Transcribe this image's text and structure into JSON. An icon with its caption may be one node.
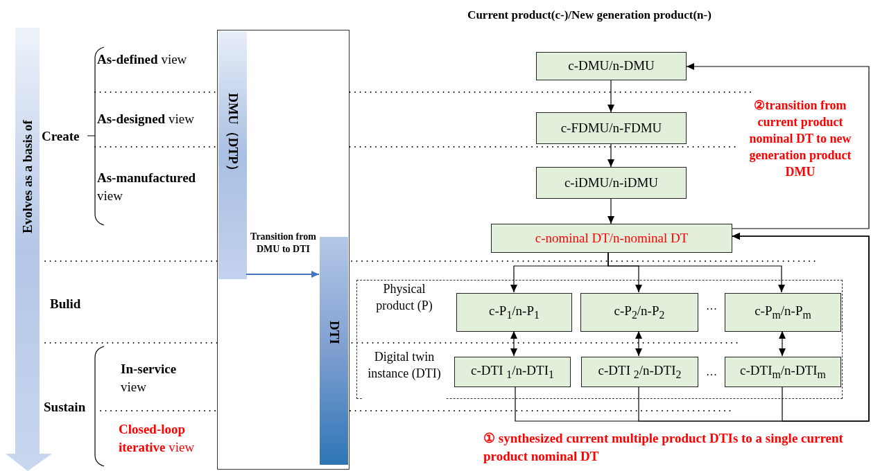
{
  "diagram": {
    "title": "Current product(c-)/New generation product(n-)",
    "nodes": [
      {
        "text": [],
        "shape": "box"
      },
      {
        "text": [
          "DMU（DTP）"
        ],
        "in": 0
      },
      {
        "text": [
          "DTI"
        ],
        "in": 0
      },
      {
        "text": [
          "c-DMU/n-DMU"
        ]
      },
      {
        "text": [
          "c-FDMU/n-FDMU"
        ]
      },
      {
        "text": [
          "c-iDMU/n-iDMU"
        ]
      },
      {
        "text": [
          "c-nominal DT/n-nominal DT"
        ]
      },
      {
        "text": [
          "Physical product (P)",
          "Digital twin instance (DTI)"
        ]
      },
      {
        "text": [
          "c-P$_{1}$/n-P$_{1}$"
        ],
        "in": 7
      },
      {
        "text": [
          "c-P$_{2}$/n-P$_{2}$"
        ],
        "in": 7
      },
      {
        "text": [
          "c-P$_{m}$/n-P$_{m}$"
        ],
        "in": 7
      },
      {
        "text": [
          "c-DTI $_{1}$/n-DTI$_{1}$"
        ],
        "in": 7
      },
      {
        "text": [
          "c-DTI $_{2}$/n-DTI$_{2}$"
        ],
        "in": 7
      },
      {
        "text": [
          "c-DTI$_{m}$/n-DTI$_{m}$"
        ],
        "in": 7
      }
    ],
    "edges": [
      {
        "from": 3,
        "to": 4,
        "arrow": "to"
      },
      {
        "from": 4,
        "to": 5,
        "arrow": "to"
      },
      {
        "from": 5,
        "to": 6,
        "arrow": "to"
      },
      {
        "from": 6,
        "to": 8,
        "arrow": "to"
      },
      {
        "from": 6,
        "to": 9,
        "arrow": "to"
      },
      {
        "from": 6,
        "to": 10,
        "arrow": "to"
      },
      {
        "from": 8,
        "to": 11,
        "arrow": "both"
      },
      {
        "from": 9,
        "to": 12,
        "arrow": "both"
      },
      {
        "from": 10,
        "to": 13,
        "arrow": "both"
      },
      {
        "from": 6,
        "to": 3,
        "arrow": "to",
        "label": "②transition from current product nominal DT to new generation product DMU"
      },
      {
        "from": 11,
        "to": 6,
        "arrow": "to"
      },
      {
        "from": 12,
        "to": 6,
        "arrow": "to"
      },
      {
        "from": 13,
        "to": 6,
        "arrow": "to"
      },
      {
        "from": 1,
        "to": 2,
        "arrow": "to",
        "label": "Transition from DMU to DTI",
        "color": "#4472c4"
      }
    ],
    "labels": [
      "Evolves as a basis of",
      "Create",
      "**As-defined** view",
      "**As-designed** view",
      "**As-manufactured** view",
      "Bulid",
      "**In-service** view",
      "Sustain",
      "**Closed-loop iterative** view",
      "···",
      "···",
      "① synthesized current multiple product DTIs to a single current product nominal DT"
    ]
  }
}
